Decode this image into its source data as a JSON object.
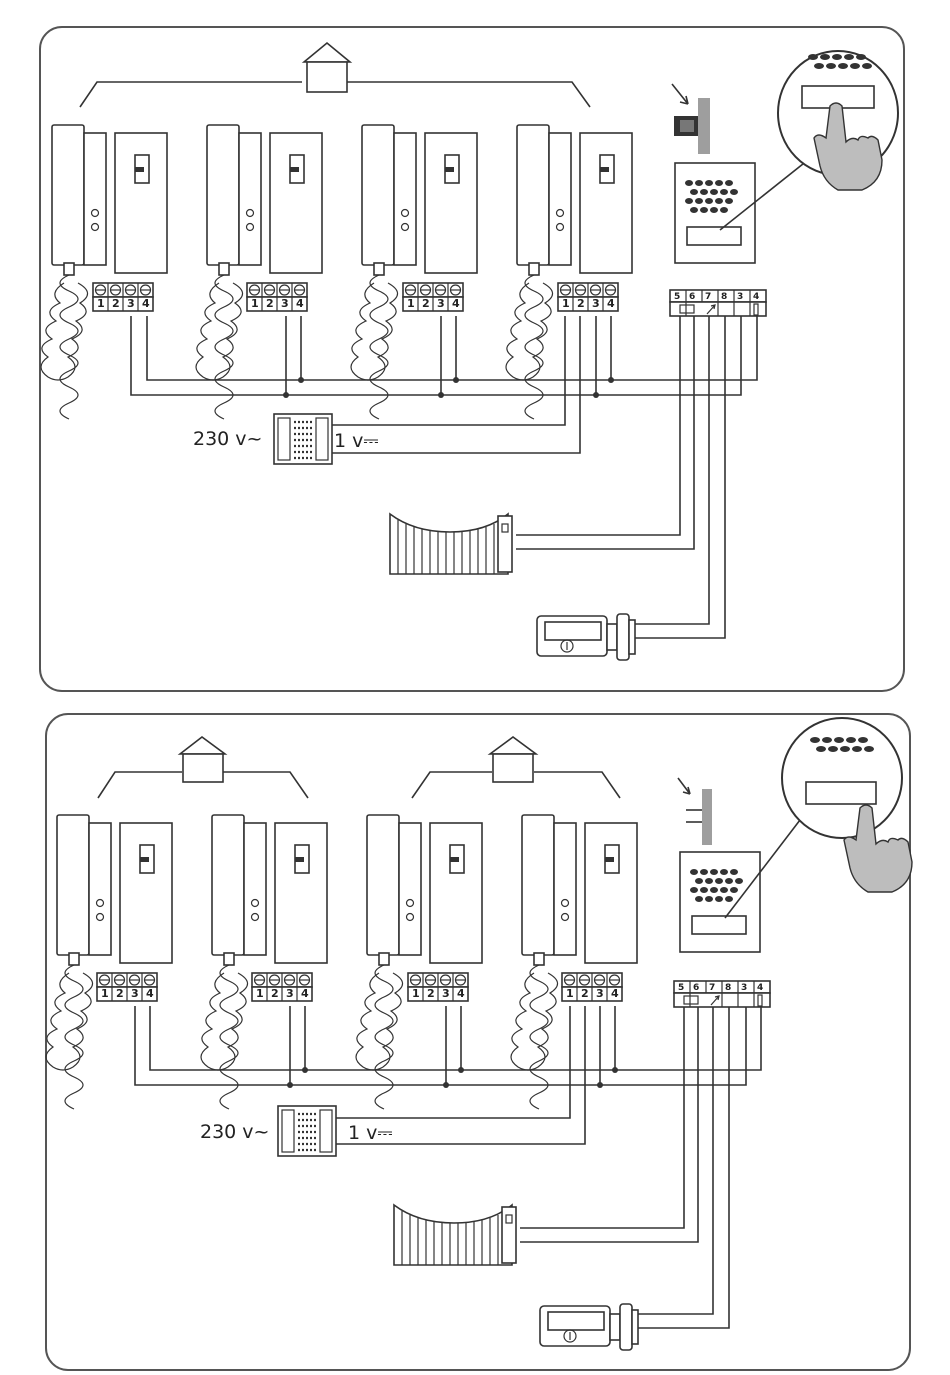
{
  "panels": [
    {
      "id": "top",
      "houses": 1,
      "supply_in_label": "230 v~",
      "supply_out_label": "1 v⎓",
      "terminals": [
        "1",
        "2",
        "3",
        "4"
      ],
      "door_terminals": [
        "5",
        "6",
        "7",
        "8",
        "3",
        "4"
      ]
    },
    {
      "id": "bottom",
      "houses": 2,
      "supply_in_label": "230 v~",
      "supply_out_label": "1 v⎓",
      "terminals": [
        "1",
        "2",
        "3",
        "4"
      ],
      "door_terminals": [
        "5",
        "6",
        "7",
        "8",
        "3",
        "4"
      ]
    }
  ],
  "colors": {
    "line": "#333333",
    "hand": "#bdbdbd",
    "post": "#9e9e9e"
  },
  "icons": [
    "house-roof-icon",
    "intercom-handset-icon",
    "door-panel-icon",
    "pointing-hand-icon",
    "gate-icon",
    "door-lock-icon",
    "power-supply-icon",
    "push-button-icon"
  ]
}
